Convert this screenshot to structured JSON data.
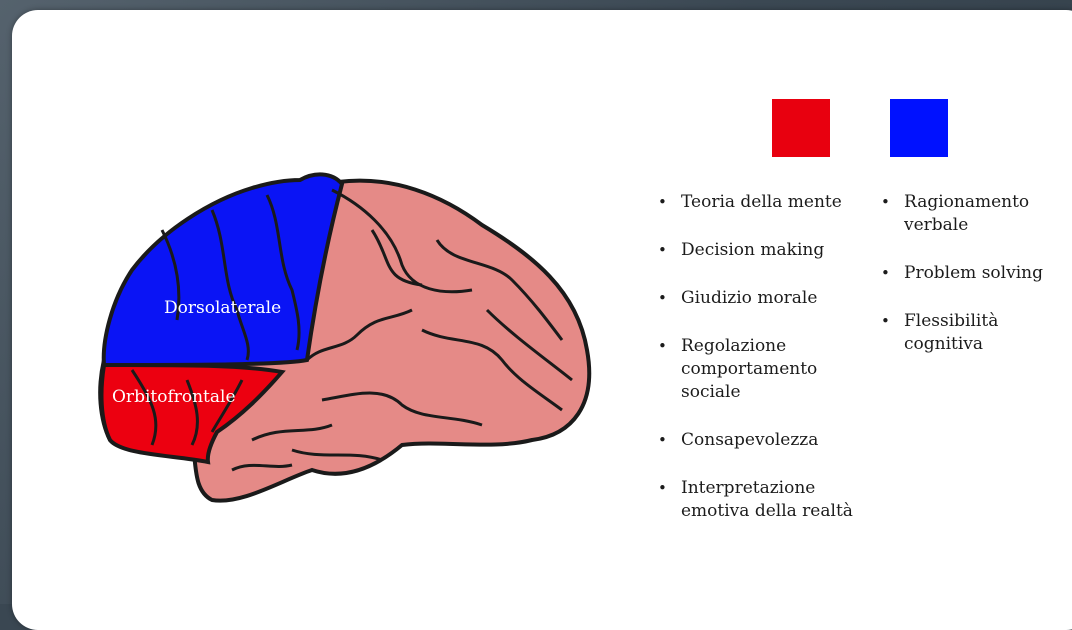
{
  "brain": {
    "label_dorsolateral": "Dorsolaterale",
    "label_orbitofrontal": "Orbitofrontale"
  },
  "legend": {
    "red_color": "#e8000f",
    "blue_color": "#0011ff"
  },
  "orbitofrontal_functions": [
    "Teoria della mente",
    "Decision making",
    "Giudizio morale",
    "Regolazione comportamento sociale",
    "Consapevolezza",
    "Interpretazione emotiva della realtà"
  ],
  "dorsolateral_functions": [
    "Ragionamento verbale",
    "Problem solving",
    "Flessibilità cognitiva"
  ]
}
